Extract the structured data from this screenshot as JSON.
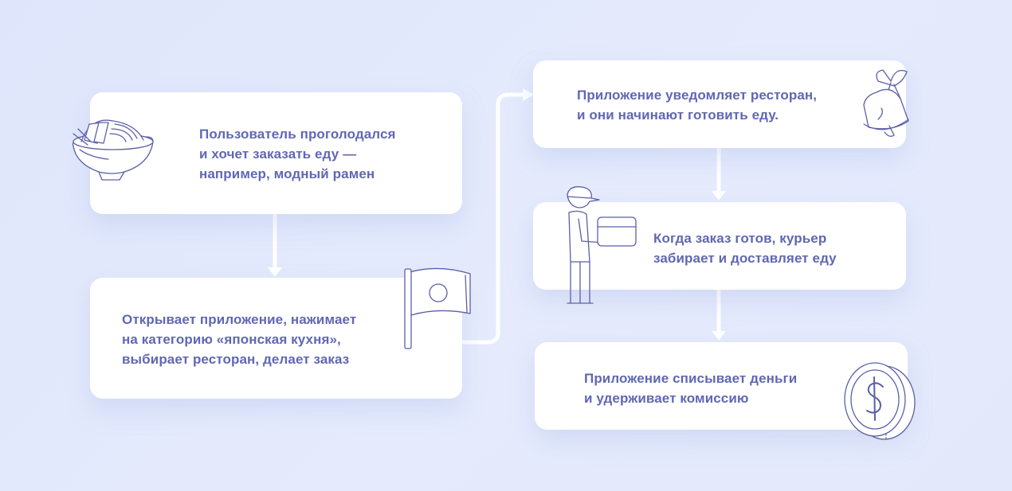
{
  "steps": [
    {
      "lines": [
        "Пользователь проголодался",
        "и хочет заказать еду —",
        "например, модный рамен"
      ],
      "icon": "ramen-bowl-icon"
    },
    {
      "lines": [
        "Открывает приложение, нажимает",
        "на категорию «японская кухня»,",
        "выбирает ресторан, делает заказ"
      ],
      "icon": "flag-icon"
    },
    {
      "lines": [
        "Приложение уведомляет ресторан,",
        "и они начинают готовить еду."
      ],
      "icon": "bell-icon"
    },
    {
      "lines": [
        "Когда заказ готов, курьер",
        "забирает и доставляет еду"
      ],
      "icon": "courier-icon"
    },
    {
      "lines": [
        "Приложение списывает деньги",
        "и удерживает комиссию"
      ],
      "icon": "dollar-coin-icon"
    }
  ],
  "colors": {
    "background": "#e2e8fb",
    "card": "#ffffff",
    "text": "#6067b4",
    "icon_stroke": "#5a60a8",
    "connector": "#ffffff"
  }
}
